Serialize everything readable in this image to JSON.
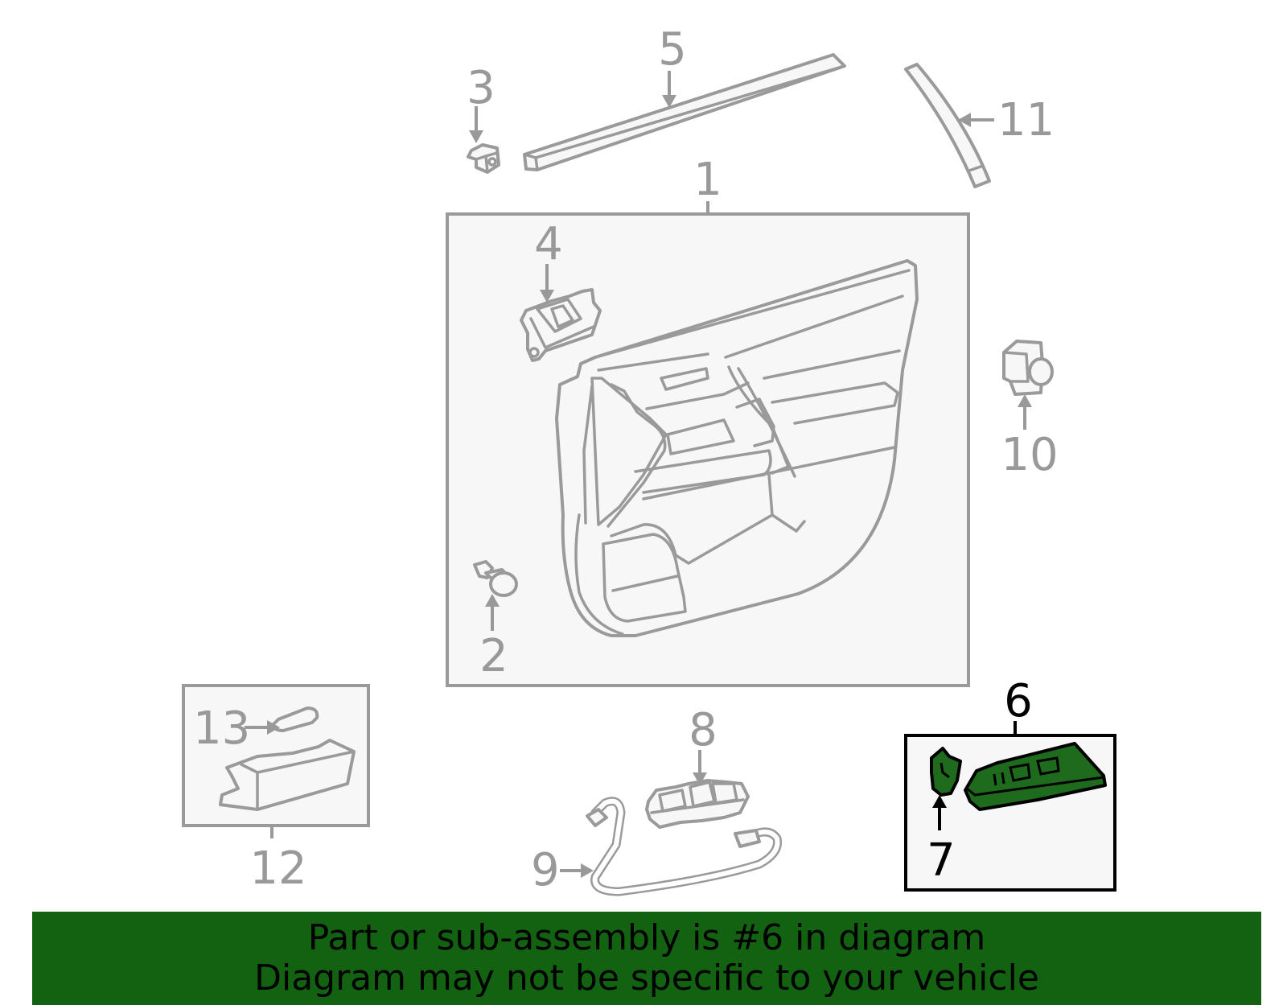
{
  "callouts": {
    "c1": "1",
    "c2": "2",
    "c3": "3",
    "c4": "4",
    "c5": "5",
    "c6": "6",
    "c7": "7",
    "c8": "8",
    "c9": "9",
    "c10": "10",
    "c11": "11",
    "c12": "12",
    "c13": "13"
  },
  "banner": {
    "line1": "Part or sub-assembly is #6 in diagram",
    "line2": "Diagram may not be specific to your vehicle"
  },
  "colors": {
    "highlight_fill": "#1e6b1e",
    "banner_background": "#126212",
    "part_outline": "#9a9a9a",
    "callout_text": "#999999"
  }
}
